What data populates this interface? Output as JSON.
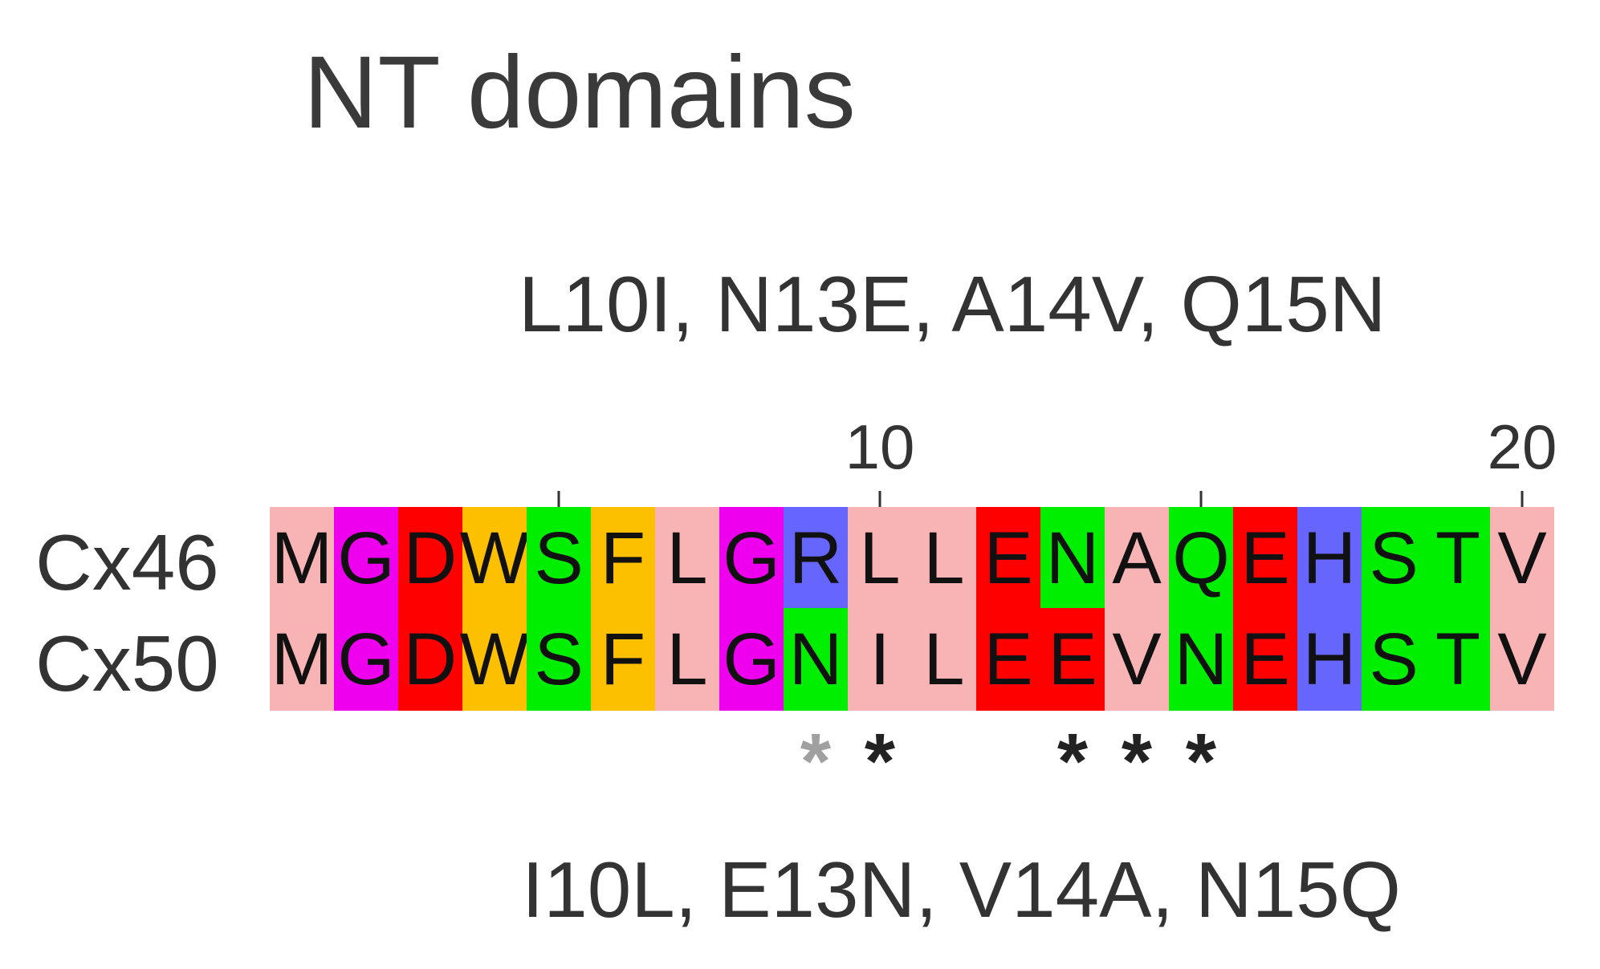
{
  "title": "NT domains",
  "mutations_top": "L10I, N13E, A14V, Q15N",
  "mutations_bottom": "I10L, E13N, V14A, N15Q",
  "position_labels": [
    {
      "pos": 10,
      "text": "10"
    },
    {
      "pos": 20,
      "text": "20"
    }
  ],
  "tick_positions": [
    5,
    10,
    15,
    20
  ],
  "sequences": [
    {
      "name": "Cx46",
      "residues": [
        "M",
        "G",
        "D",
        "W",
        "S",
        "F",
        "L",
        "G",
        "R",
        "L",
        "L",
        "E",
        "N",
        "A",
        "Q",
        "E",
        "H",
        "S",
        "T",
        "V"
      ]
    },
    {
      "name": "Cx50",
      "residues": [
        "M",
        "G",
        "D",
        "W",
        "S",
        "F",
        "L",
        "G",
        "N",
        "I",
        "L",
        "E",
        "E",
        "V",
        "N",
        "E",
        "H",
        "S",
        "T",
        "V"
      ]
    }
  ],
  "residue_colors": {
    "M": "#f8b4b4",
    "L": "#f8b4b4",
    "A": "#f8b4b4",
    "V": "#f8b4b4",
    "I": "#f8b4b4",
    "F": "#fdc000",
    "W": "#fdc000",
    "G": "#ee00ee",
    "D": "#ff0000",
    "E": "#ff0000",
    "S": "#00ee00",
    "T": "#00ee00",
    "N": "#00ee00",
    "Q": "#00ee00",
    "R": "#6666ff",
    "H": "#6666ff"
  },
  "conservation_marks": [
    {
      "pos": 9,
      "symbol": "*",
      "color": "#a0a0a0"
    },
    {
      "pos": 10,
      "symbol": "*",
      "color": "#222222"
    },
    {
      "pos": 13,
      "symbol": "*",
      "color": "#222222"
    },
    {
      "pos": 14,
      "symbol": "*",
      "color": "#222222"
    },
    {
      "pos": 15,
      "symbol": "*",
      "color": "#222222"
    }
  ]
}
